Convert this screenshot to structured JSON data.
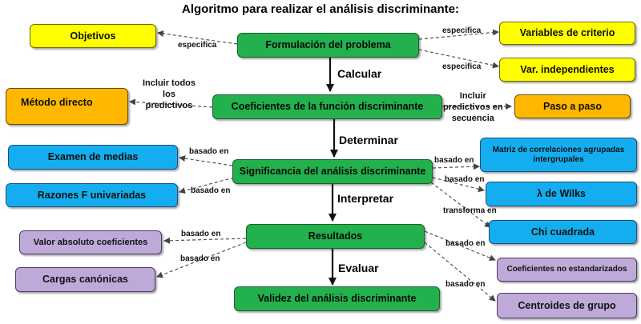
{
  "title": "Algoritmo para realizar el análisis discriminante:",
  "nodes": {
    "formulacion": "Formulación del problema",
    "objetivos": "Objetivos",
    "variables_criterio": "Variables de criterio",
    "var_independientes": "Var. independientes",
    "coeficientes": "Coeficientes de la función discriminante",
    "metodo_directo": "Método directo",
    "paso_a_paso": "Paso a paso",
    "significancia": "Significancia del análisis discriminante",
    "examen_medias": "Examen de medias",
    "razones_f": "Razones  F  univariadas",
    "matriz_correlaciones": "Matriz de correlaciones agrupadas intergrupales",
    "lambda_wilks": "λ  de Wilks",
    "chi_cuadrada": "Chi cuadrada",
    "resultados": "Resultados",
    "valor_absoluto": "Valor absoluto coeficientes",
    "cargas_canonicas": "Cargas canónicas",
    "coef_no_estandarizados": "Coeficientes no estandarizados",
    "centroides": "Centroides de grupo",
    "validez": "Validez del análisis discriminante"
  },
  "edge_labels": {
    "especifica_objetivos": "especifica",
    "especifica_criterio": "especifica",
    "especifica_independientes": "especifica",
    "calcular": "Calcular",
    "incluir_todos": "Incluir todos\nlos\npredictivos",
    "incluir_secuencia": "Incluir\npredictivos en\nsecuencia",
    "determinar": "Determinar",
    "basado_medias": "basado en",
    "basado_razones": "basado en",
    "basado_matriz": "basado en",
    "basado_wilks": "basado en",
    "transforma_chi": "transforma en",
    "interpretar": "Interpretar",
    "basado_valor": "basado en",
    "basado_cargas": "basado en",
    "basado_coef": "basado en",
    "basado_centroides": "basado en",
    "evaluar": "Evaluar"
  },
  "colors": {
    "green": "#22b14c",
    "yellow": "#ffff00",
    "orange": "#ffb700",
    "blue": "#14aef0",
    "lilac": "#bfa9d9"
  }
}
